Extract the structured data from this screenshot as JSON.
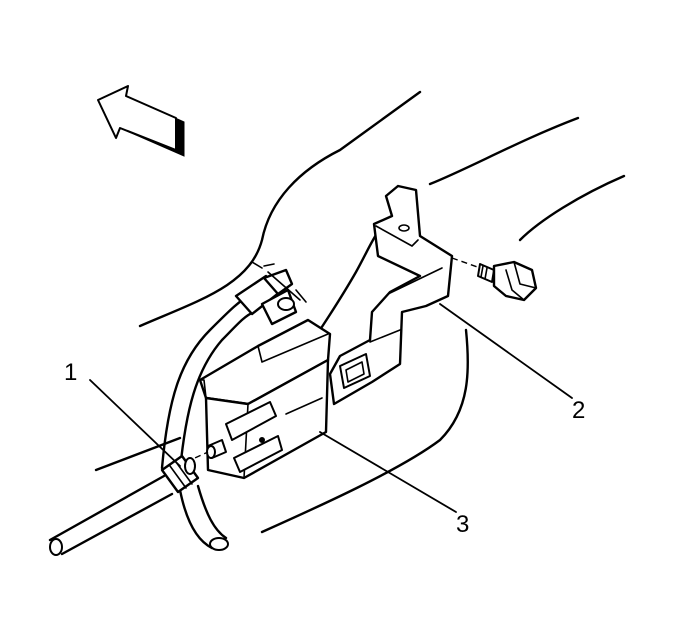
{
  "callouts": [
    {
      "id": "1",
      "label": "1"
    },
    {
      "id": "2",
      "label": "2"
    },
    {
      "id": "3",
      "label": "3"
    }
  ],
  "icons": {
    "direction_arrow": "forward-arrow-icon"
  },
  "colors": {
    "line": "#000000",
    "background": "#ffffff"
  }
}
